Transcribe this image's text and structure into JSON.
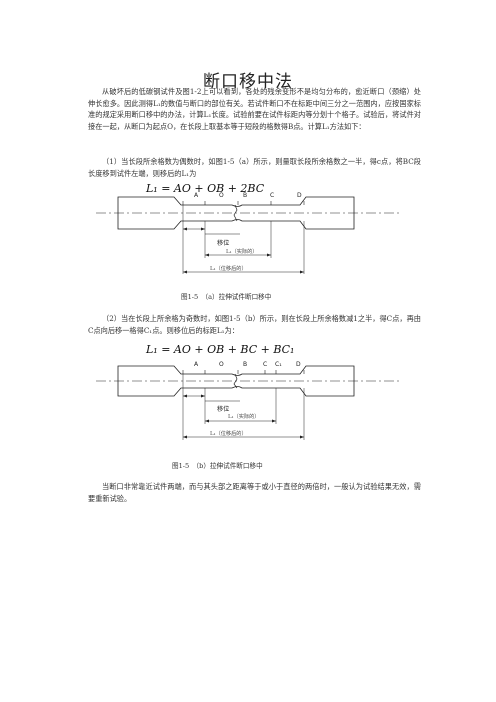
{
  "title": "断口移中法",
  "p1": "从破坏后的低碳钢试件及图1-2上可以看到，各处的残余变形不是均匀分布的，愈近断口（颈缩）处伸长愈多。因此测得L₁的数值与断口的部位有关。若试件断口不在标距中间三分之一范围内，应按国家标准的规定采用断口移中的办法，计算L₁长度。试验前要在试件标距内等分划十个格子。试验后，将试件对接在一起，从断口为起点O，在长段上取基本等于短段的格数得B点。计算L₁方法如下：",
  "p2": "（1）当长段所余格数为偶数时，如图1-5（a）所示，则量取长段所余格数之一半，得c点，将BC段长度移到试件左端，则移后的L₁为",
  "formula1": "L₁ = AO + OB + 2BC",
  "fig1": {
    "points": [
      "A",
      "O",
      "B",
      "C",
      "D"
    ],
    "shift_label": "移位",
    "measured_label": "L₁（实际的）",
    "after_label": "L₁（位移后的）"
  },
  "caption1": "图1-5　（a）拉伸试件断口移中",
  "p3": "（2）当在长段上所余格为奇数时，如图1-5（b）所示，则在长段上所余格数减1之半，得C点，再由C点向后移一格得C₁点。则移位后的标距L₁为：",
  "formula2": "L₁ = AO + OB + BC + BC₁",
  "fig2": {
    "points": [
      "A",
      "O",
      "B",
      "C",
      "C₁",
      "D"
    ],
    "shift_label": "移位",
    "measured_label": "L₁（实际的）",
    "after_label": "L₁（位移后的）"
  },
  "caption2": "图1-5　（b）拉伸试件断口移中",
  "p4": "当断口非常靠近试件两端，而与其头部之距离等于或小于直径的两倍时，一般认为试验结果无效，需要重新试验。"
}
